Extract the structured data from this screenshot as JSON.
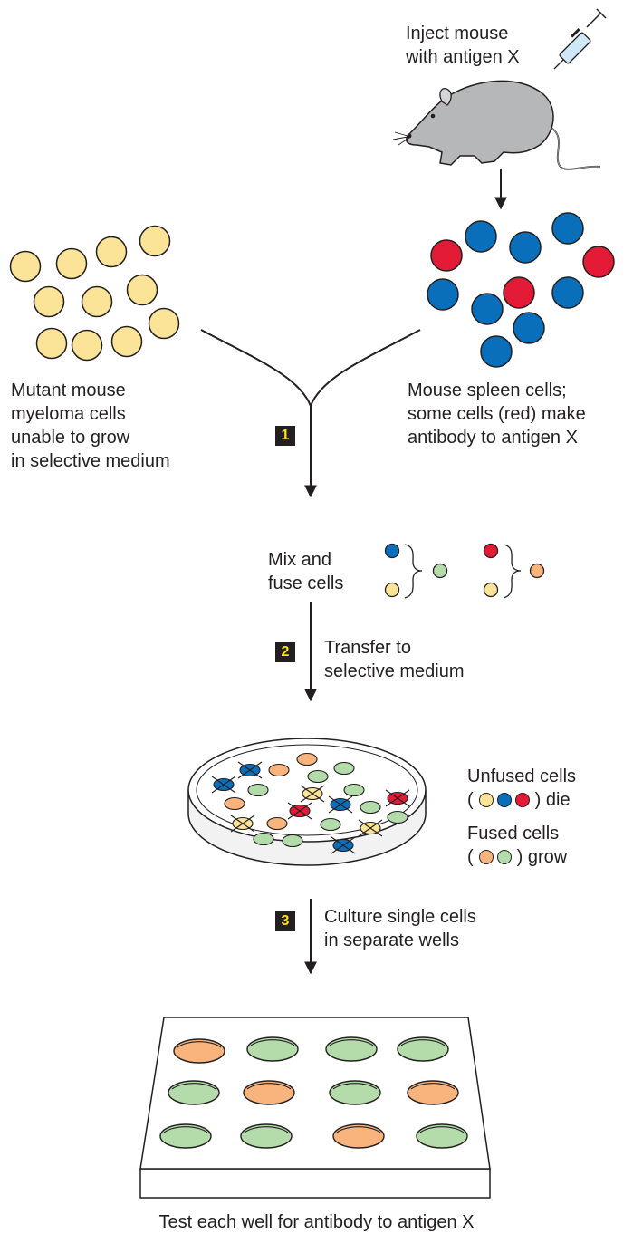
{
  "colors": {
    "myeloma": "#fbe497",
    "spleen": "#0a6fba",
    "antibody": "#e31b36",
    "hybrid_orange": "#f8b47c",
    "hybrid_green": "#b3dcaa",
    "step_badge": "#ffe21a",
    "ink": "#231f20"
  },
  "inject": {
    "lines": [
      "Inject mouse",
      "with antigen X"
    ],
    "icons": [
      "mouse-icon",
      "syringe-icon"
    ]
  },
  "myeloma": {
    "lines": [
      "Mutant mouse",
      "myeloma cells",
      "unable to grow",
      "in selective medium"
    ]
  },
  "spleen": {
    "lines": [
      "Mouse spleen cells;",
      "some cells (red) make",
      "antibody to antigen X"
    ]
  },
  "steps": [
    {
      "number": "1"
    },
    {
      "number": "2",
      "lines": [
        "Transfer to",
        "selective medium"
      ]
    },
    {
      "number": "3",
      "lines": [
        "Culture single cells",
        "in separate wells"
      ]
    }
  ],
  "mix": {
    "lines": [
      "Mix and",
      "fuse cells"
    ]
  },
  "legend": {
    "unfused": {
      "title": "Unfused cells",
      "open": "(",
      "close": ") die"
    },
    "fused": {
      "title": "Fused cells",
      "open": "(",
      "close": ") grow"
    }
  },
  "test": {
    "text": "Test each well for antibody to antigen X"
  }
}
